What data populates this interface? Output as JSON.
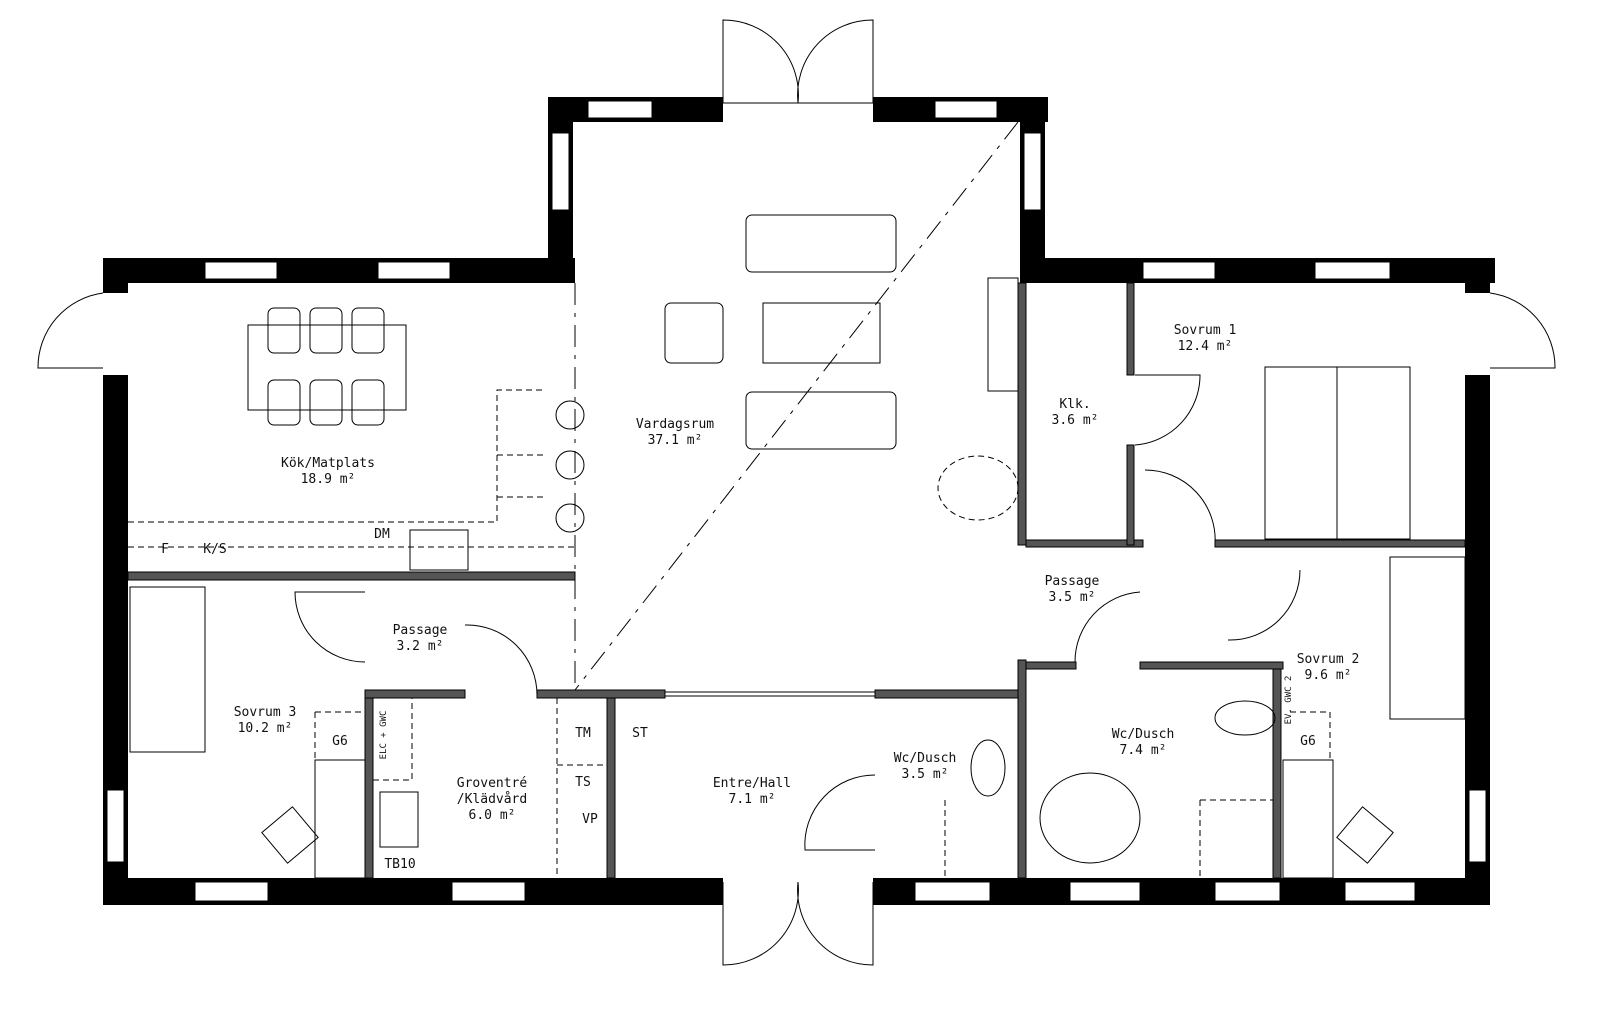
{
  "rooms": [
    {
      "name": "Kök/Matplats",
      "area": "18.9 m²"
    },
    {
      "name": "Vardagsrum",
      "area": "37.1 m²"
    },
    {
      "name": "Sovrum 1",
      "area": "12.4 m²"
    },
    {
      "name": "Klk.",
      "area": "3.6 m²"
    },
    {
      "name": "Passage",
      "area": "3.5 m²"
    },
    {
      "name": "Sovrum 2",
      "area": "9.6 m²"
    },
    {
      "name": "Wc/Dusch",
      "area": "7.4 m²"
    },
    {
      "name": "Wc/Dusch",
      "area": "3.5 m²"
    },
    {
      "name": "Entre/Hall",
      "area": "7.1 m²"
    },
    {
      "name": "Groventré",
      "name2": "/Klädvård",
      "area": "6.0 m²"
    },
    {
      "name": "Passage",
      "area": "3.2 m²"
    },
    {
      "name": "Sovrum 3",
      "area": "10.2 m²"
    }
  ],
  "fixtures": {
    "fridge": "F",
    "freezer": "K/S",
    "dishwasher": "DM",
    "wardrobe_left": "G6",
    "wardrobe_right": "G6",
    "tm": "TM",
    "st": "ST",
    "ts": "TS",
    "vp": "VP",
    "tb": "TB10",
    "elc": "ELC + GWC",
    "gwc2": "EV. GWC 2"
  }
}
